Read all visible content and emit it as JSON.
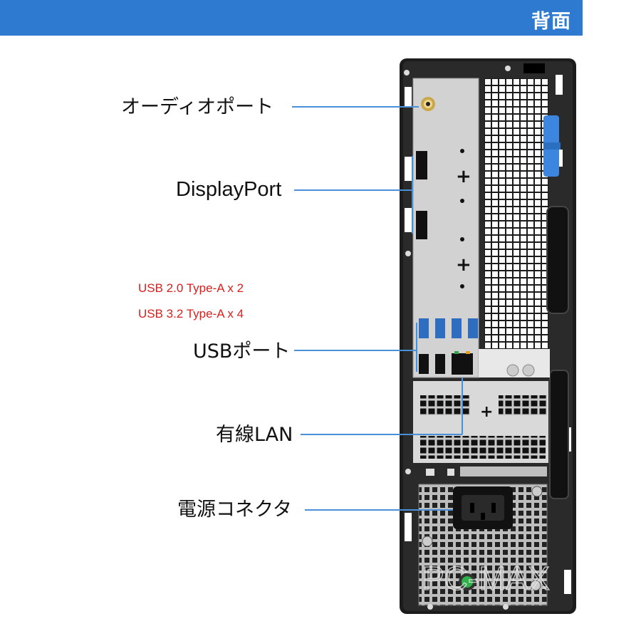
{
  "header": {
    "title": "背面",
    "color": "#2d7ad0"
  },
  "callouts": {
    "audio_port": "オーディオポート",
    "displayport": "DisplayPort",
    "usb_port": "USBポート",
    "lan": "有線LAN",
    "power_connector": "電源コネクタ"
  },
  "usb_specs": {
    "line1": "USB 2.0 Type-A  x 2",
    "line2": "USB 3.2 Type-A  x 4",
    "color": "#d8201f"
  },
  "watermark": "PC-MAX",
  "leader_color": "#4a90d9"
}
